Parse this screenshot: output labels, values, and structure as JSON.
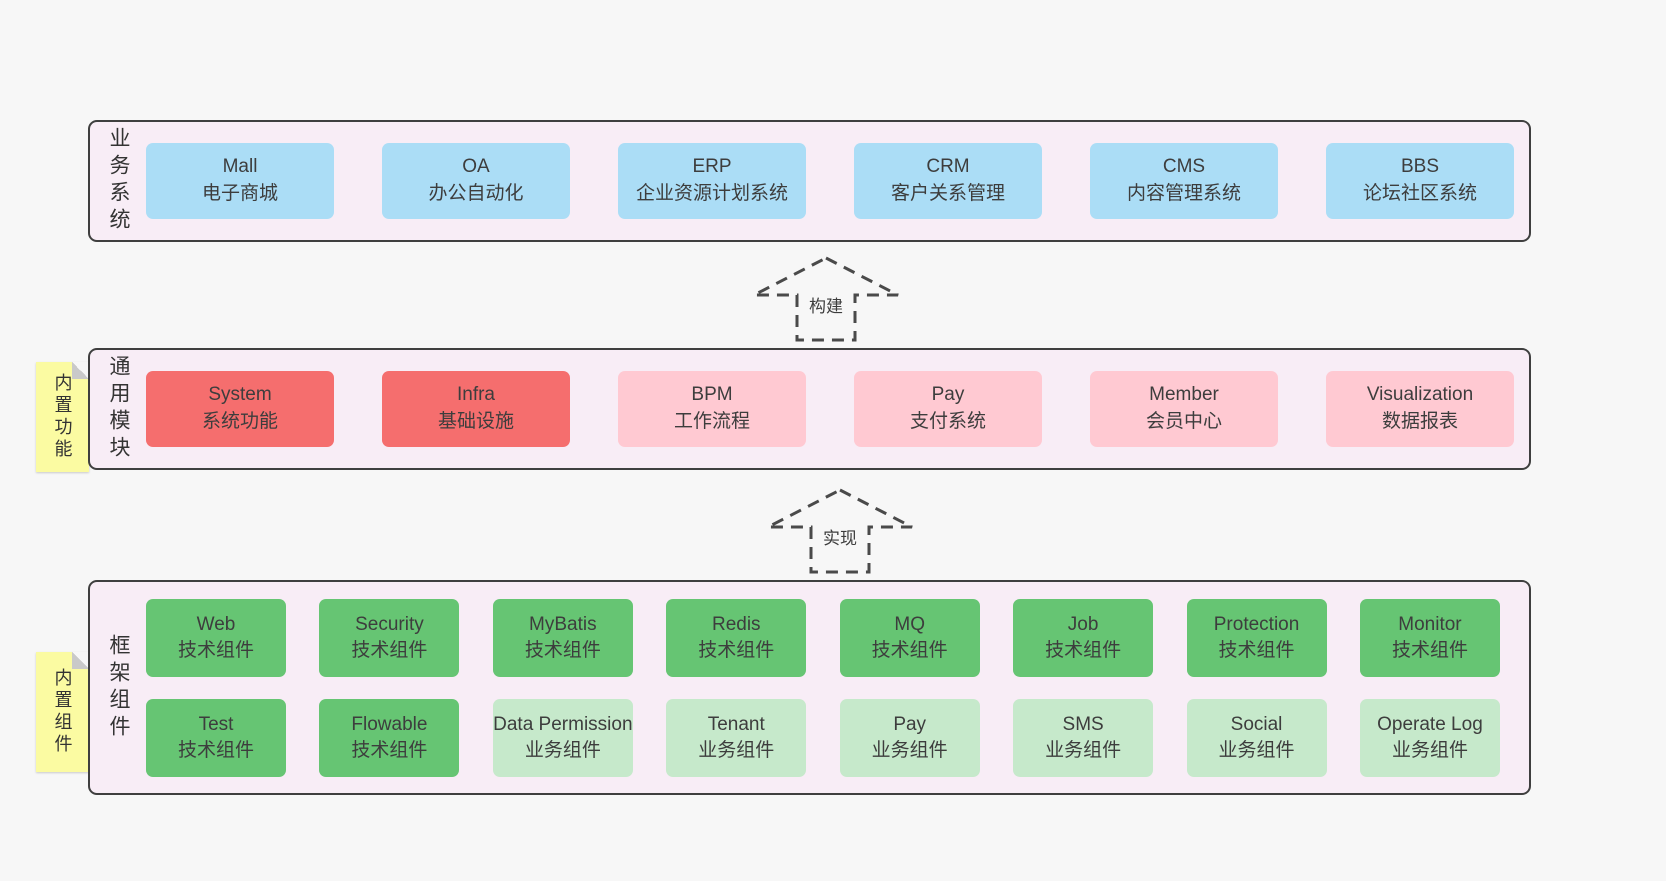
{
  "colors": {
    "page_bg": "#f7f7f7",
    "band_bg": "#f8edf6",
    "band_border": "#3f3f3f",
    "blue_box": "#abddf6",
    "red_box": "#f56e6e",
    "pink_box": "#ffc9d2",
    "green_dark_box": "#66c573",
    "green_light_box": "#c6e9cb",
    "note_bg": "#fbfba2",
    "note_fold": "#c9c9c9",
    "text": "#3d3d3d",
    "arrow_stroke": "#4a4a4a"
  },
  "bands": [
    {
      "label": "业务系统",
      "boxes": [
        {
          "title": "Mall",
          "subtitle": "电子商城"
        },
        {
          "title": "OA",
          "subtitle": "办公自动化"
        },
        {
          "title": "ERP",
          "subtitle": "企业资源计划系统"
        },
        {
          "title": "CRM",
          "subtitle": "客户关系管理"
        },
        {
          "title": "CMS",
          "subtitle": "内容管理系统"
        },
        {
          "title": "BBS",
          "subtitle": "论坛社区系统"
        }
      ]
    },
    {
      "label": "通用模块",
      "note": "内置功能",
      "boxes": [
        {
          "title": "System",
          "subtitle": "系统功能"
        },
        {
          "title": "Infra",
          "subtitle": "基础设施"
        },
        {
          "title": "BPM",
          "subtitle": "工作流程"
        },
        {
          "title": "Pay",
          "subtitle": "支付系统"
        },
        {
          "title": "Member",
          "subtitle": "会员中心"
        },
        {
          "title": "Visualization",
          "subtitle": "数据报表"
        }
      ]
    },
    {
      "label": "框架组件",
      "note": "内置组件",
      "rows": [
        [
          {
            "title": "Web",
            "subtitle": "技术组件"
          },
          {
            "title": "Security",
            "subtitle": "技术组件"
          },
          {
            "title": "MyBatis",
            "subtitle": "技术组件"
          },
          {
            "title": "Redis",
            "subtitle": "技术组件"
          },
          {
            "title": "MQ",
            "subtitle": "技术组件"
          },
          {
            "title": "Job",
            "subtitle": "技术组件"
          },
          {
            "title": "Protection",
            "subtitle": "技术组件"
          },
          {
            "title": "Monitor",
            "subtitle": "技术组件"
          }
        ],
        [
          {
            "title": "Test",
            "subtitle": "技术组件"
          },
          {
            "title": "Flowable",
            "subtitle": "技术组件"
          },
          {
            "title": "Data Permission",
            "subtitle": "业务组件"
          },
          {
            "title": "Tenant",
            "subtitle": "业务组件"
          },
          {
            "title": "Pay",
            "subtitle": "业务组件"
          },
          {
            "title": "SMS",
            "subtitle": "业务组件"
          },
          {
            "title": "Social",
            "subtitle": "业务组件"
          },
          {
            "title": "Operate Log",
            "subtitle": "业务组件"
          }
        ]
      ]
    }
  ],
  "arrows": [
    {
      "label": "构建"
    },
    {
      "label": "实现"
    }
  ]
}
